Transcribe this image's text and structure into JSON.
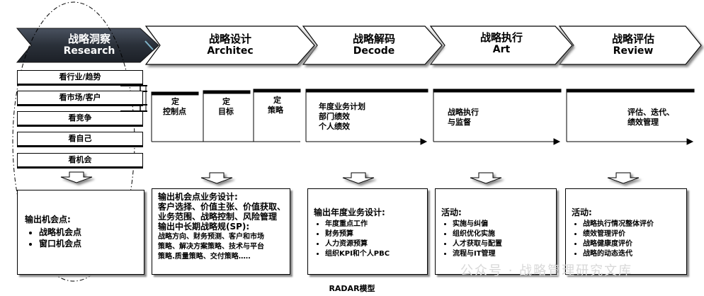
{
  "stages": [
    {
      "zh": "战略洞察",
      "en": "Research"
    },
    {
      "zh": "战略设计",
      "en": "Architec"
    },
    {
      "zh": "战略解码",
      "en": "Decode"
    },
    {
      "zh": "战略执行",
      "en": "Art"
    },
    {
      "zh": "战略评估",
      "en": "Review"
    }
  ],
  "research_rows": [
    "看行业/趋势",
    "看市场/客户",
    "看竞争",
    "看自己",
    "看机会"
  ],
  "design_steps": [
    {
      "line1": "定",
      "line2": "控制点"
    },
    {
      "line1": "定",
      "line2": "目标"
    },
    {
      "line1": "定",
      "line2": "策略"
    }
  ],
  "decode_text": [
    "年度业务计划",
    "部门绩效",
    "个人绩效"
  ],
  "art_text": [
    "战略执行",
    "与监督"
  ],
  "review_text": [
    "评估、迭代、",
    "绩效管理"
  ],
  "box_research": {
    "title": "输出机会点:",
    "items": [
      "战略机会点",
      "窗口机会点"
    ]
  },
  "box_design": {
    "lines": [
      "输出机会点业务设计:",
      "客户选择、价值主张、价值获取、",
      "业务范围、战略控制、风险管理",
      "输出中长期战略规(SP):",
      "战略方向、财务预测、客户和市场",
      "策略、解决方案策略、技术与平台",
      "策略.质量策略、交付策略‥‥."
    ]
  },
  "box_decode": {
    "title": "输出年度业务设计:",
    "items": [
      "年度重点工作",
      "财务预算",
      "人力资源预算",
      "组织KPI和个人PBC"
    ]
  },
  "box_art": {
    "title": "活动:",
    "items": [
      "实施与纠偏",
      "组织优化实施",
      "人才获取与配置",
      "流程与IT管理"
    ]
  },
  "box_review": {
    "title": "活动:",
    "items": [
      "战略执行情况整体评价",
      "绩效管理评价",
      "战略健康度评价",
      "战略的动态迭代"
    ]
  },
  "caption": "RADAR模型",
  "watermark": "公众号 · 战略管理研究文库",
  "colors": {
    "research_fill": "#2f3540",
    "chevron_stroke": "#000000",
    "shadow": "#8a8a8a"
  }
}
